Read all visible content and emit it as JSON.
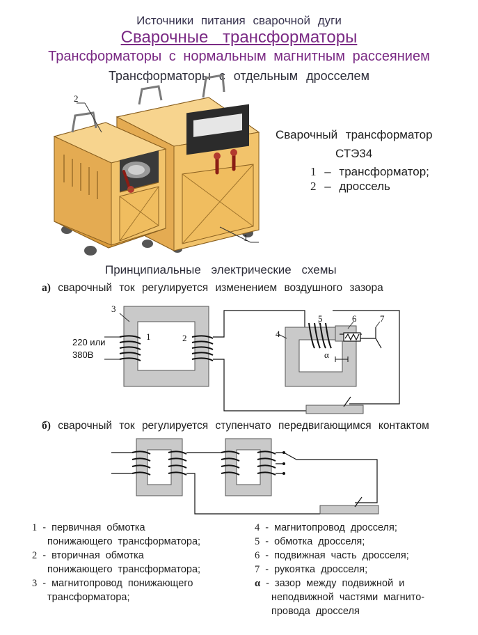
{
  "header": {
    "line1": "Источники питания сварочной дуги",
    "line2": "Сварочные трансформаторы",
    "line3": "Трансформаторы с нормальным магнитным рассеянием",
    "line4": "Трансформаторы с отдельным дросселем"
  },
  "device": {
    "caption_title": "Сварочный трансформатор",
    "caption_model": "СТЭ34",
    "items": [
      {
        "num": "1",
        "text": "– трансформатор;"
      },
      {
        "num": "2",
        "text": "– дроссель"
      }
    ],
    "callout_1": "1",
    "callout_2": "2"
  },
  "schemes": {
    "title": "Принципиальные электрические схемы",
    "a_marker": "а)",
    "a_text": "сварочный ток регулируется изменением воздушного зазора",
    "b_marker": "б)",
    "b_text": "сварочный ток регулируется ступенчато передвигающимся контактом",
    "voltage_line1": "220 или",
    "voltage_line2": "380В",
    "labels": {
      "l1": "1",
      "l2": "2",
      "l3": "3",
      "l4": "4",
      "l5": "5",
      "l6": "6",
      "l7": "7",
      "alpha": "α"
    }
  },
  "legend": {
    "left": [
      {
        "num": "1",
        "line1": "- первичная обмотка",
        "line2": "понижающего трансформатора;"
      },
      {
        "num": "2",
        "line1": "- вторичная обмотка",
        "line2": "понижающего трансформатора;"
      },
      {
        "num": "3",
        "line1": "- магнитопровод понижающего",
        "line2": "трансформатора;"
      }
    ],
    "right": [
      {
        "num": "4",
        "line1": "- магнитопровод дросселя;"
      },
      {
        "num": "5",
        "line1": "- обмотка дросселя;"
      },
      {
        "num": "6",
        "line1": "- подвижная часть дросселя;"
      },
      {
        "num": "7",
        "line1": "- рукоятка дросселя;"
      },
      {
        "num": "α",
        "line1": "- зазор между подвижной и",
        "line2": "неподвижной частями магнито-",
        "line3": "провода дросселя"
      }
    ]
  },
  "colors": {
    "title_purple": "#7a2a84",
    "cabinet_fill": "#f2c36b",
    "cabinet_dark": "#d99a3a",
    "core_gray": "#c9c9c9"
  }
}
